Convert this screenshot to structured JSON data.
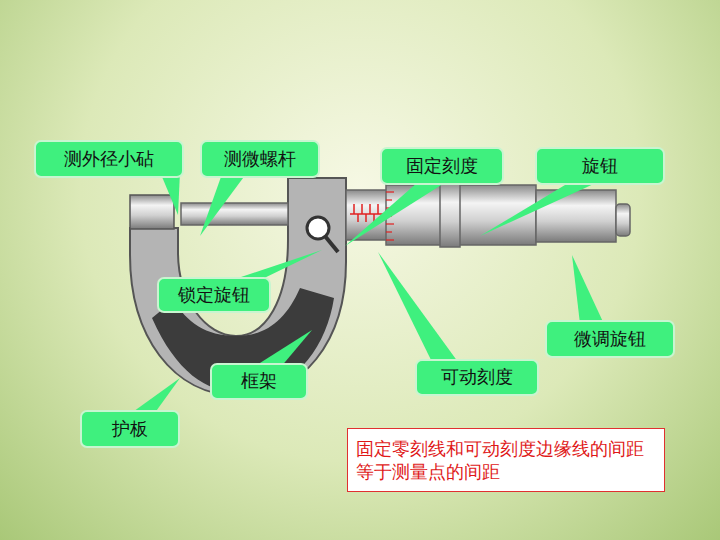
{
  "diagram": {
    "nodes": [
      {
        "text": [
          "测外径小砧"
        ]
      },
      {
        "text": [
          "测微螺杆"
        ]
      },
      {
        "text": [
          "固定刻度"
        ]
      },
      {
        "text": [
          "旋钮"
        ]
      },
      {
        "text": [
          "锁定旋钮"
        ]
      },
      {
        "text": [
          "微调旋钮"
        ]
      },
      {
        "text": [
          "框架"
        ]
      },
      {
        "text": [
          "可动刻度"
        ]
      },
      {
        "text": [
          "护板"
        ]
      },
      {
        "text": [
          "固定零刻线和可动刻度边缘线的间距等于测量点的间距"
        ]
      }
    ]
  }
}
